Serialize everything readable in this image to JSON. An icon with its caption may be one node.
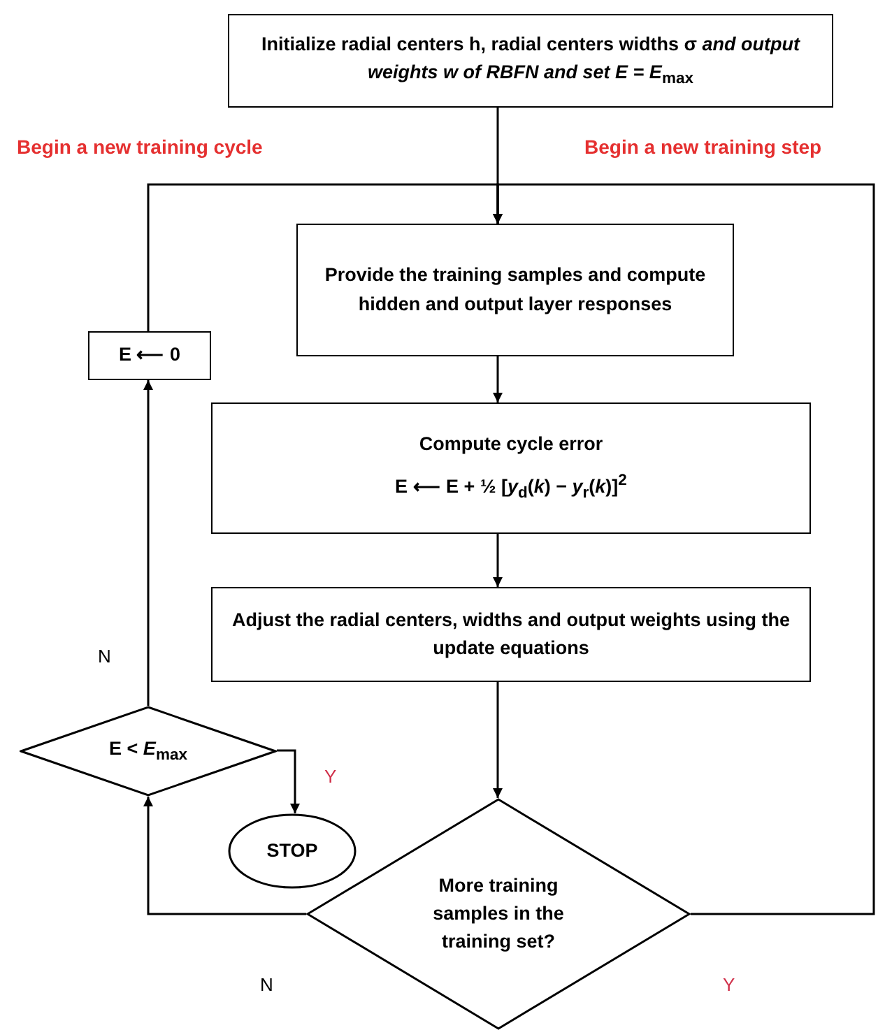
{
  "diagram": {
    "nodes": [
      {
        "text": [
          "Initialize radial centers h, radial centers widths σ *and output weights w of RBFN and set E = E*$_{max}$"
        ]
      },
      {
        "text": [
          "Provide the training samples and compute hidden and output layer responses"
        ]
      },
      {
        "text": [
          "Compute cycle error",
          "E ⟵ E + ½ [*y*$_{d}$(*k*) − *y*$_{r}$(*k*)]$^{2}$"
        ]
      },
      {
        "text": [
          "Adjust the radial centers, widths and output weights using the update equations"
        ]
      },
      {
        "text": [
          "More training samples in the training set?"
        ]
      },
      {
        "text": [
          "E < *E*$_{max}$"
        ]
      },
      {
        "text": [
          "STOP"
        ]
      },
      {
        "text": [
          "E ⟵ 0"
        ]
      }
    ],
    "edges": [
      {
        "from": 0,
        "to": 1,
        "arrow": "to"
      },
      {
        "from": 1,
        "to": 2,
        "arrow": "to"
      },
      {
        "from": 2,
        "to": 3,
        "arrow": "to"
      },
      {
        "from": 3,
        "to": 4,
        "arrow": "to"
      },
      {
        "from": 4,
        "to": 5,
        "arrow": "to",
        "label": "N"
      },
      {
        "from": 5,
        "to": 6,
        "arrow": "to",
        "label": "Y"
      },
      {
        "from": 5,
        "to": 7,
        "arrow": "to",
        "label": "N"
      },
      {
        "from": 4,
        "to": 1,
        "arrow": "to",
        "label": "Y"
      },
      {
        "from": 7,
        "to": 1,
        "arrow": "to"
      }
    ],
    "labels": [
      "Begin a new training cycle",
      "Begin a new training step"
    ]
  }
}
